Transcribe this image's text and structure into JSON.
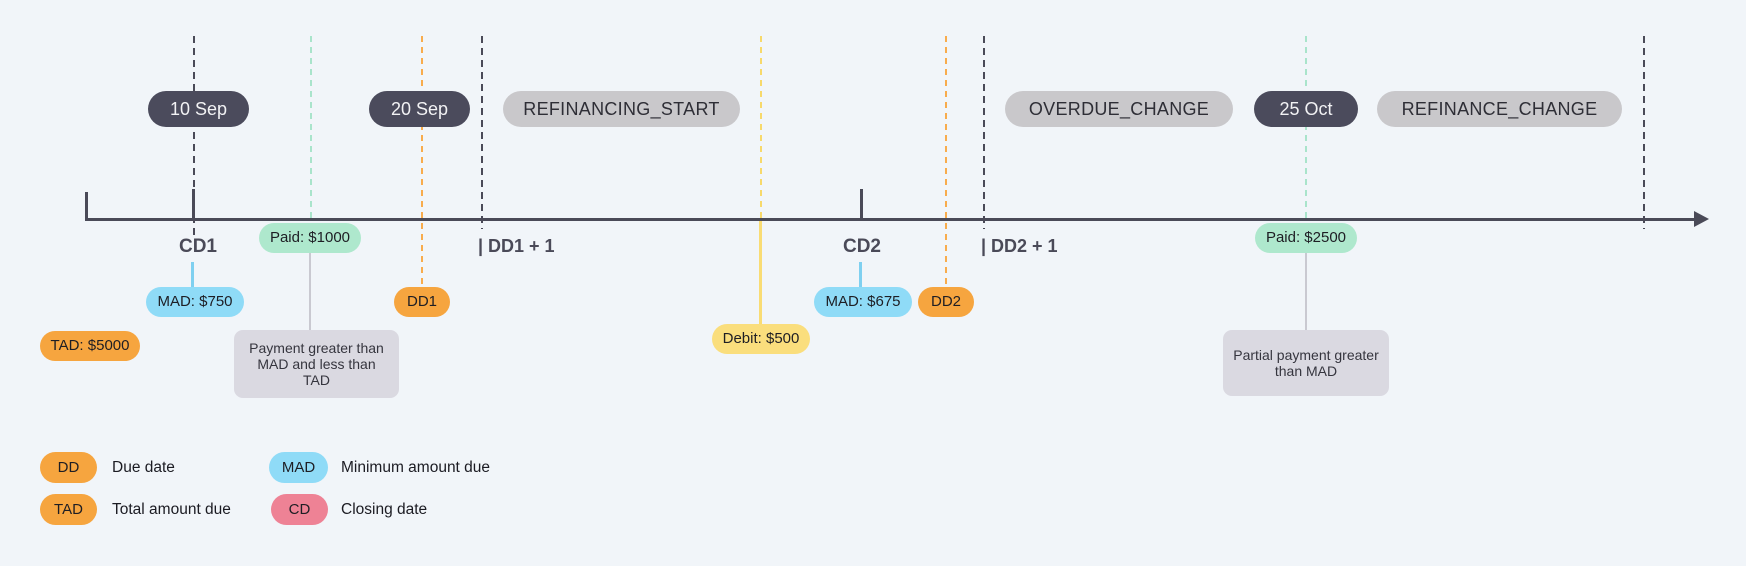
{
  "colors": {
    "background": "#F1F5F9",
    "axis": "#4A4A58",
    "date_pill_bg": "#4B4B5C",
    "event_pill_bg": "#C9C8CB",
    "orange": "#F6A53F",
    "blue": "#8FDBF7",
    "mint": "#AEE8CD",
    "yellow": "#FADE7D",
    "pink": "#EE8295",
    "tooltip_bg": "#DAD9E1"
  },
  "top_pills": [
    {
      "label": "10 Sep",
      "kind": "date"
    },
    {
      "label": "20 Sep",
      "kind": "date"
    },
    {
      "label": "REFINANCING_START",
      "kind": "event"
    },
    {
      "label": "OVERDUE_CHANGE",
      "kind": "event"
    },
    {
      "label": "25 Oct",
      "kind": "date"
    },
    {
      "label": "REFINANCE_CHANGE",
      "kind": "event"
    }
  ],
  "axis_labels": {
    "cd1": "CD1",
    "dd1_next": "| DD1 + 1",
    "cd2": "CD2",
    "dd2_next": "| DD2 + 1"
  },
  "badges": [
    {
      "label": "TAD: $5000",
      "color": "orange"
    },
    {
      "label": "MAD: $750",
      "color": "blue"
    },
    {
      "label": "Paid: $1000",
      "color": "mint"
    },
    {
      "label": "DD1",
      "color": "orange"
    },
    {
      "label": "Debit: $500",
      "color": "yellow"
    },
    {
      "label": "MAD: $675",
      "color": "blue"
    },
    {
      "label": "DD2",
      "color": "orange"
    },
    {
      "label": "Paid: $2500",
      "color": "mint"
    }
  ],
  "tooltips": [
    {
      "text": "Payment greater than MAD and less than TAD"
    },
    {
      "text": "Partial payment greater than MAD"
    }
  ],
  "legend": [
    {
      "tag": "DD",
      "color": "orange",
      "label": "Due date"
    },
    {
      "tag": "TAD",
      "color": "orange",
      "label": "Total amount due"
    },
    {
      "tag": "MAD",
      "color": "blue",
      "label": "Minimum amount due"
    },
    {
      "tag": "CD",
      "color": "pink",
      "label": "Closing date"
    }
  ]
}
